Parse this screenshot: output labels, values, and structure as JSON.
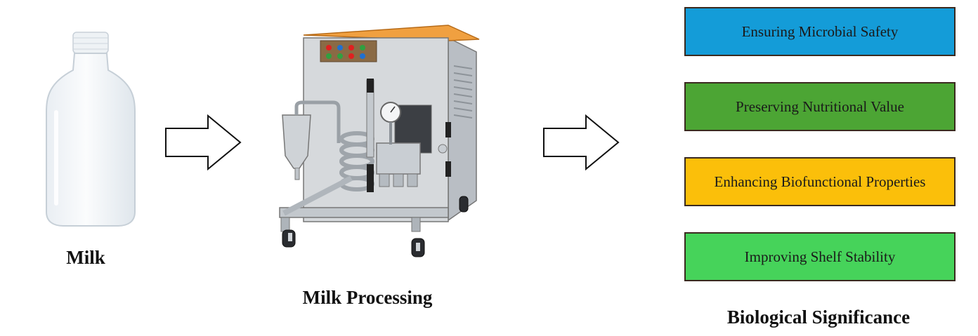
{
  "labels": {
    "milk": "Milk",
    "processing": "Milk Processing",
    "significance": "Biological Significance"
  },
  "boxes": [
    {
      "text": "Ensuring Microbial Safety",
      "color": "#149cd8"
    },
    {
      "text": "Preserving Nutritional Value",
      "color": "#4ca534"
    },
    {
      "text": "Enhancing Biofunctional Properties",
      "color": "#fbbf0a"
    },
    {
      "text": "Improving Shelf Stability",
      "color": "#46d35a"
    }
  ],
  "icons": {
    "bottle": "milk-bottle-icon",
    "machine": "homogenizer-machine-icon",
    "arrow": "right-arrow-icon"
  }
}
